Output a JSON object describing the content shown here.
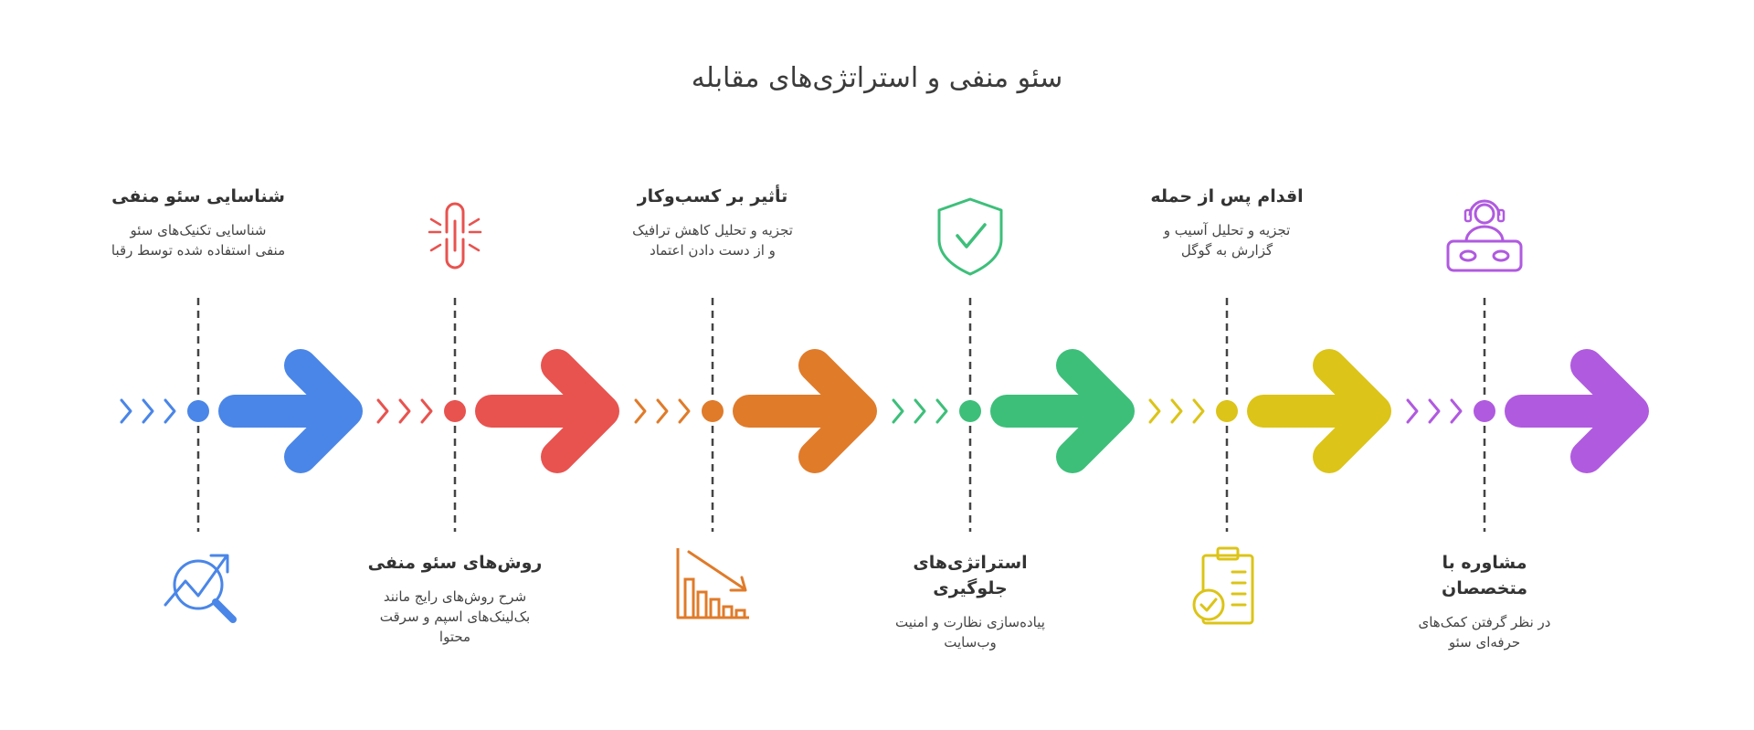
{
  "title": "سئو منفی و استراتژی‌های مقابله",
  "steps": [
    {
      "color": "#4a86e8",
      "position": "top",
      "heading": "شناسایی سئو منفی",
      "line1": "شناسایی تکنیک‌های سئو",
      "line2": "منفی استفاده شده توسط رقبا",
      "line3": "",
      "icon": "search-chart-icon"
    },
    {
      "color": "#e8534f",
      "position": "bottom",
      "heading": "روش‌های سئو منفی",
      "line1": "شرح روش‌های رایج مانند",
      "line2": "بک‌لینک‌های اسپم و سرقت",
      "line3": "محتوا",
      "icon": "broken-link-icon"
    },
    {
      "color": "#e07b2a",
      "position": "top",
      "heading": "تأثیر بر کسب‌وکار",
      "line1": "تجزیه و تحلیل کاهش ترافیک",
      "line2": "و از دست دادن اعتماد",
      "line3": "",
      "icon": "declining-chart-icon"
    },
    {
      "color": "#3dbf7a",
      "position": "bottom",
      "heading": "استراتژی‌های",
      "heading2": "جلوگیری",
      "line1": "پیاده‌سازی نظارت و امنیت",
      "line2": "وب‌سایت",
      "line3": "",
      "icon": "shield-check-icon"
    },
    {
      "color": "#dcc418",
      "position": "top",
      "heading": "اقدام پس از حمله",
      "line1": "تجزیه و تحلیل آسیب و",
      "line2": "گزارش به گوگل",
      "line3": "",
      "icon": "clipboard-check-icon"
    },
    {
      "color": "#b05ae0",
      "position": "bottom",
      "heading": "مشاوره با",
      "heading2": "متخصصان",
      "line1": "در نظر گرفتن کمک‌های",
      "line2": "حرفه‌ای سئو",
      "line3": "",
      "icon": "support-agent-icon"
    }
  ]
}
